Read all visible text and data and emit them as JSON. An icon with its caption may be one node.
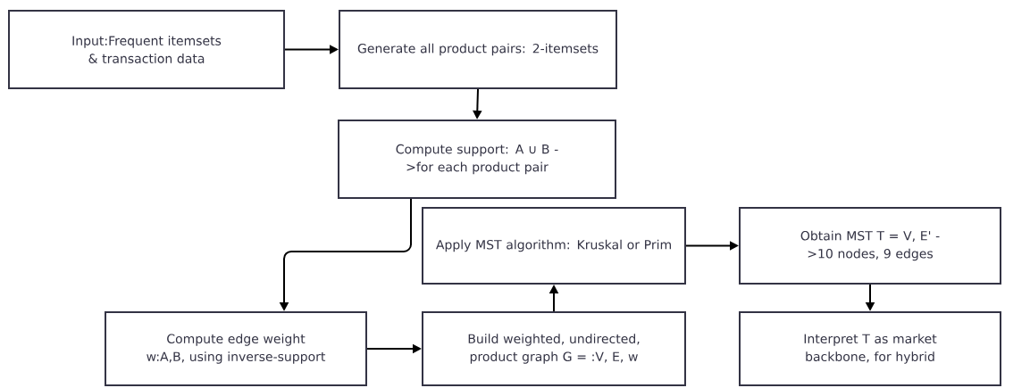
{
  "diagram": {
    "nodes": [
      {
        "text": [
          "Input:Frequent itemsets & transaction data"
        ]
      },
      {
        "text": [
          "Generate all product pairs: 2-itemsets"
        ]
      },
      {
        "text": [
          "Compute support: A ∪ B ->for each product pair"
        ]
      },
      {
        "text": [
          "Compute edge weight w:A,B, using inverse-support"
        ]
      },
      {
        "text": [
          "Build weighted, undirected, product graph G = :V, E, w"
        ]
      },
      {
        "text": [
          "Apply MST algorithm: Kruskal or Prim"
        ]
      },
      {
        "text": [
          "Obtain MST T = V, E' ->10 nodes, 9 edges"
        ]
      },
      {
        "text": [
          "Interpret T as market backbone, for hybrid"
        ]
      }
    ],
    "edges": [
      {
        "from": 0,
        "to": 1,
        "arrow": "to"
      },
      {
        "from": 1,
        "to": 2,
        "arrow": "to"
      },
      {
        "from": 2,
        "to": 3,
        "arrow": "to"
      },
      {
        "from": 3,
        "to": 4,
        "arrow": "to"
      },
      {
        "from": 4,
        "to": 5,
        "arrow": "to"
      },
      {
        "from": 5,
        "to": 6,
        "arrow": "to"
      },
      {
        "from": 6,
        "to": 7,
        "arrow": "to"
      }
    ]
  }
}
